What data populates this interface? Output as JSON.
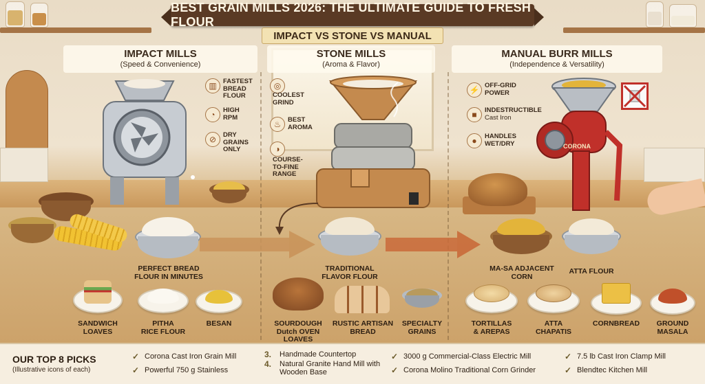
{
  "title": "BEST GRAIN MILLS 2026: THE ULTIMATE GUIDE TO FRESH FLOUR",
  "subtitle": "IMPACT VS STONE VS MANUAL",
  "columns": [
    {
      "title": "IMPACT MILLS",
      "subtitle": "(Speed & Convenience)",
      "features": [
        {
          "icon": "bread-icon",
          "line1": "FASTEST",
          "line2": "BREAD",
          "line3": "FLOUR"
        },
        {
          "icon": "speedometer-icon",
          "line1": "HIGH",
          "line2": "RPM",
          "line3": ""
        },
        {
          "icon": "dry-grain-icon",
          "line1": "DRY",
          "line2": "GRAINS",
          "line3": "ONLY"
        }
      ],
      "main_caption": [
        "PERFECT BREAD",
        "FLOUR IN MINUTES"
      ],
      "foods": [
        {
          "line1": "SANDWICH",
          "line2": "LOAVES"
        },
        {
          "line1": "PITHA",
          "line2": "RICE FLOUR"
        },
        {
          "line1": "BESAN",
          "line2": ""
        }
      ]
    },
    {
      "title": "STONE MILLS",
      "subtitle": "(Aroma & Flavor)",
      "features": [
        {
          "icon": "cool-stone-icon",
          "line1": "COOLEST",
          "line2": "GRIND",
          "line3": ""
        },
        {
          "icon": "aroma-flame-icon",
          "line1": "BEST",
          "line2": "AROMA",
          "line3": ""
        },
        {
          "icon": "dial-icon",
          "line1": "COURSE-",
          "line2": "TO-FINE",
          "line3": "RANGE"
        }
      ],
      "main_caption": [
        "TRADITIONAL",
        "FLAVOR FLOUR"
      ],
      "foods": [
        {
          "line1": "SOURDOUGH",
          "line2": "Dutch OVEN LOAVES"
        },
        {
          "line1": "RUSTIC ARTISAN",
          "line2": "BREAD"
        },
        {
          "line1": "SPECIALTY",
          "line2": "GRAINS"
        }
      ]
    },
    {
      "title": "MANUAL BURR MILLS",
      "subtitle": "(Independence & Versatility)",
      "features": [
        {
          "icon": "lightning-icon",
          "line1": "OFF-GRID",
          "line2": "POWER",
          "line3": ""
        },
        {
          "icon": "cast-iron-icon",
          "line1": "INDESTRUCTIBLE",
          "line2": "Cast Iron",
          "line3": ""
        },
        {
          "icon": "droplet-icon",
          "line1": "HANDLES",
          "line2": "WET/DRY",
          "line3": ""
        }
      ],
      "bowl_captions": [
        "MA-SA ADJACENT CORN",
        "ATTA FLOUR"
      ],
      "foods": [
        {
          "line1": "TORTILLAS",
          "line2": "& AREPAS"
        },
        {
          "line1": "ATTA",
          "line2": "CHAPATIS"
        },
        {
          "line1": "CORNBREAD",
          "line2": ""
        },
        {
          "line1": "GROUND",
          "line2": "MASALA"
        }
      ]
    }
  ],
  "mill_brand": "CORONA",
  "picks": {
    "heading": "OUR TOP 8 PICKS",
    "note": "(Illustrative icons of each)",
    "items": [
      {
        "mark": "✓",
        "text": "Corona Cast Iron Grain Mill"
      },
      {
        "mark": "✓",
        "text": "Powerful 750 g Stainless"
      },
      {
        "mark": "3.",
        "text": "Handmade Countertop"
      },
      {
        "mark": "4.",
        "text": "Natural Granite Hand Mill with Wooden Base"
      },
      {
        "mark": "✓",
        "text": "3000 g Commercial-Class Electric Mill"
      },
      {
        "mark": "✓",
        "text": "Corona Molino Traditional Corn Grinder"
      },
      {
        "mark": "✓",
        "text": "7.5 lb Cast Iron Clamp Mill"
      },
      {
        "mark": "✓",
        "text": "Blendtec Kitchen Mill"
      }
    ]
  },
  "colors": {
    "banner": "#5a3a24",
    "accent_red": "#c0302a",
    "flour": "#f4ede0",
    "cornmeal": "#e3b43a"
  }
}
